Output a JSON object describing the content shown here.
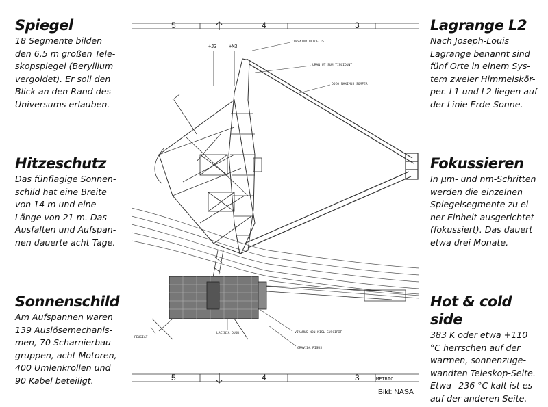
{
  "blocks": {
    "spiegel": {
      "title": "Spiegel",
      "text": "18 Segmente bilden\nden 6,5 m großen Tele-\nskopspiegel (Beryllium\nvergoldet). Er soll den\nBlick an den Rand des\nUniversums erlauben."
    },
    "hitzeschutz": {
      "title": "Hitzeschutz",
      "text": "Das fünflagige Sonnen-\nschild hat eine Breite\nvon 14 m und eine\nLänge von 21 m. Das\nAusfalten und Aufspan-\nnen dauerte acht Tage."
    },
    "sonnenschild": {
      "title": "Sonnenschild",
      "text": "Am Aufspannen waren\n139 Auslösemechanis-\nmen, 70 Scharnierbau-\ngruppen, acht Motoren,\n400 Umlenkrollen und\n90 Kabel beteiligt."
    },
    "lagrange": {
      "title": "Lagrange L2",
      "text": "Nach Joseph-Louis\nLagrange benannt sind\nfünf Orte in einem Sys-\ntem zweier Himmelskör-\nper. L1 und L2 liegen auf\nder Linie Erde-Sonne."
    },
    "fokussieren": {
      "title": "Fokussieren",
      "text": "In µm- und nm-Schritten\nwerden die einzelnen\nSpiegelsegmente zu ei-\nner Einheit ausgerichtet\n(fokussiert). Das dauert\netwa drei Monate."
    },
    "hotcold": {
      "title": "Hot & cold side",
      "text": "383 K oder etwa +110\n°C herrschen auf der\nwarmen, sonnenzuge-\nwandten Teleskop-Seite.\nEtwa –236 °C kalt ist es\nauf der anderen Seite."
    }
  },
  "drawing": {
    "scale_top": [
      "5",
      "4",
      "3"
    ],
    "scale_bottom": [
      "5",
      "4",
      "3"
    ],
    "axis_labels": [
      "+J3",
      "+M3"
    ],
    "metric_label": "METRIC",
    "callouts": [
      "CURVATUR ULTOELIS",
      "URAN UT SUM TINCIDUNT",
      "ODIO MAXIMUS SOMFER",
      "VIVAMUS NON NISL SUSCIPIT",
      "GRAVIDA RISUS",
      "LACINIA DUOR",
      "FEUGIAT"
    ]
  },
  "credit": "Bild: NASA"
}
